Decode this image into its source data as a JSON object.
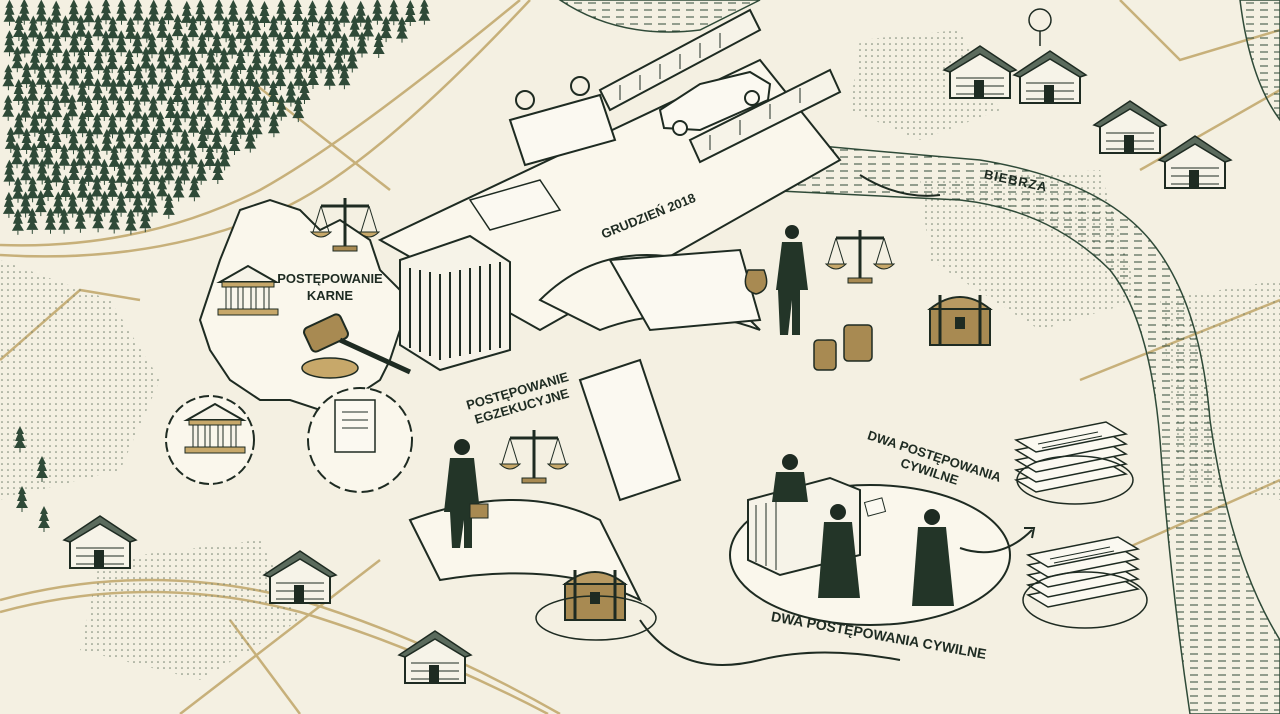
{
  "labels": {
    "karne": [
      "POSTĘPOWANIE",
      "KARNE"
    ],
    "egzekucyjne": [
      "POSTĘPOWANIE",
      "EGZEKUCYJNE"
    ],
    "date": "GRUDZIEŃ 2018",
    "river": "BIEBRZA",
    "cywilne_upper": [
      "DWA POSTĘPOWANIA",
      "CYWILNE"
    ],
    "cywilne_lower": "DWA POSTĘPOWANIA CYWILNE"
  },
  "colors": {
    "paper": "#f4f0e2",
    "ink": "#1e2b22",
    "forest": "#2f4a38",
    "gold": "#c7b07a",
    "wood": "#a88a52"
  },
  "icons": [
    "tree-icon",
    "house-icon",
    "courthouse-icon",
    "scales-icon",
    "gavel-icon",
    "prison-icon",
    "gear-icon",
    "treasure-chest-icon",
    "document-scroll-icon",
    "lawyer-figure-icon",
    "judge-figure-icon",
    "car-icon",
    "bridge-icon",
    "money-bag-icon"
  ]
}
